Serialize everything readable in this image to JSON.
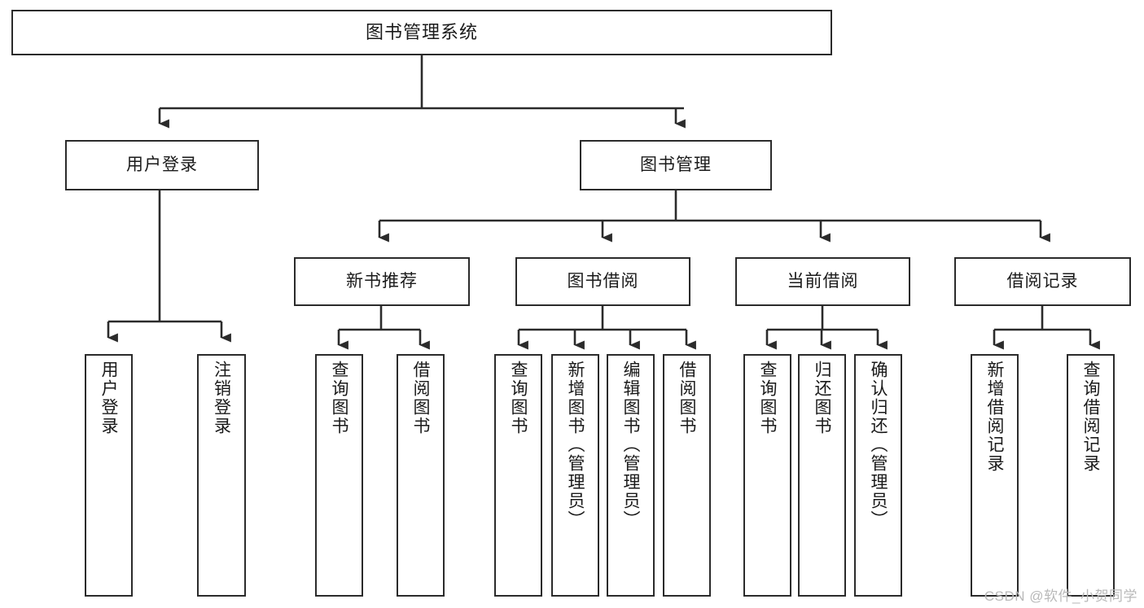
{
  "diagram": {
    "type": "tree-hierarchy",
    "title": "图书管理系统",
    "watermark": "CSDN @软件_小贺同学",
    "colors": {
      "box_border": "#2b2b2b",
      "box_fill": "#ffffff",
      "edge": "#2b2b2b",
      "text": "#1a1a1a",
      "watermark": "#b9b9b9"
    },
    "levels": [
      {
        "level": 1,
        "nodes": [
          {
            "id": "root",
            "label": "图书管理系统",
            "orientation": "horizontal"
          }
        ]
      },
      {
        "level": 2,
        "nodes": [
          {
            "id": "login",
            "label": "用户登录",
            "orientation": "horizontal",
            "parent": "root"
          },
          {
            "id": "bookmgmt",
            "label": "图书管理",
            "orientation": "horizontal",
            "parent": "root"
          }
        ]
      },
      {
        "level": 3,
        "nodes": [
          {
            "id": "newbook",
            "label": "新书推荐",
            "orientation": "horizontal",
            "parent": "bookmgmt"
          },
          {
            "id": "borrow",
            "label": "图书借阅",
            "orientation": "horizontal",
            "parent": "bookmgmt"
          },
          {
            "id": "current",
            "label": "当前借阅",
            "orientation": "horizontal",
            "parent": "bookmgmt"
          },
          {
            "id": "records",
            "label": "借阅记录",
            "orientation": "horizontal",
            "parent": "bookmgmt"
          }
        ]
      },
      {
        "level": 4,
        "nodes": [
          {
            "id": "leaf-1",
            "label": "用户登录",
            "orientation": "vertical",
            "parent": "login"
          },
          {
            "id": "leaf-2",
            "label": "注销登录",
            "orientation": "vertical",
            "parent": "login"
          },
          {
            "id": "leaf-3",
            "label": "查询图书",
            "orientation": "vertical",
            "parent": "newbook"
          },
          {
            "id": "leaf-4",
            "label": "借阅图书",
            "orientation": "vertical",
            "parent": "newbook"
          },
          {
            "id": "leaf-5",
            "label": "查询图书",
            "orientation": "vertical",
            "parent": "borrow"
          },
          {
            "id": "leaf-6",
            "label": "新增图书（管理员）",
            "orientation": "vertical",
            "parent": "borrow"
          },
          {
            "id": "leaf-7",
            "label": "编辑图书（管理员）",
            "orientation": "vertical",
            "parent": "borrow"
          },
          {
            "id": "leaf-8",
            "label": "借阅图书",
            "orientation": "vertical",
            "parent": "borrow"
          },
          {
            "id": "leaf-9",
            "label": "查询图书",
            "orientation": "vertical",
            "parent": "current"
          },
          {
            "id": "leaf-10",
            "label": "归还图书",
            "orientation": "vertical",
            "parent": "current"
          },
          {
            "id": "leaf-11",
            "label": "确认归还（管理员）",
            "orientation": "vertical",
            "parent": "current"
          },
          {
            "id": "leaf-12",
            "label": "新增借阅记录",
            "orientation": "vertical",
            "parent": "records"
          },
          {
            "id": "leaf-13",
            "label": "查询借阅记录",
            "orientation": "vertical",
            "parent": "records"
          }
        ]
      }
    ]
  }
}
